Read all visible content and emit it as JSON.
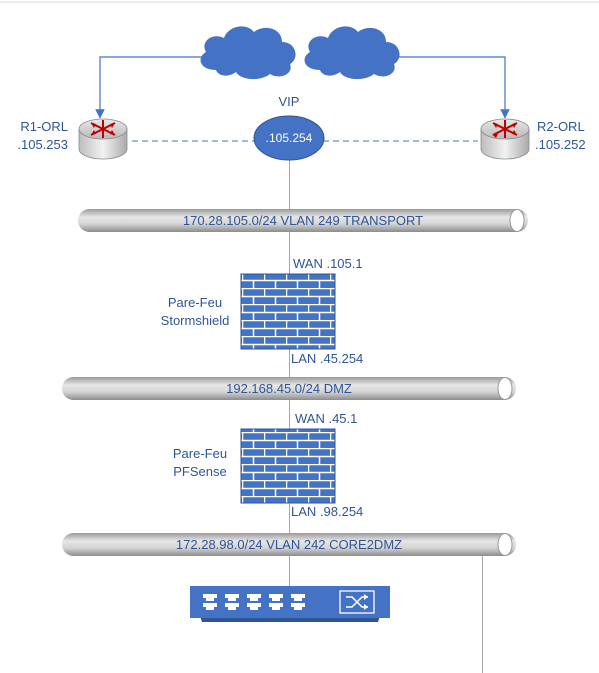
{
  "routers": [
    {
      "name": "R1-ORL",
      "address": ".105.253"
    },
    {
      "name": "R2-ORL",
      "address": ".105.252"
    }
  ],
  "vip": {
    "label": "VIP",
    "address": ".105.254"
  },
  "segments": [
    {
      "label": "170.28.105.0/24 VLAN 249 TRANSPORT"
    },
    {
      "label": "192.168.45.0/24 DMZ"
    },
    {
      "label": "172.28.98.0/24 VLAN 242 CORE2DMZ"
    }
  ],
  "firewalls": [
    {
      "name_line1": "Pare-Feu",
      "name_line2": "Stormshield",
      "wan": "WAN .105.1",
      "lan": "LAN .45.254"
    },
    {
      "name_line1": "Pare-Feu",
      "name_line2": "PFSense",
      "wan": "WAN .45.1",
      "lan": "LAN .98.254"
    }
  ],
  "colors": {
    "accent_blue": "#4472c4",
    "text_blue": "#2f5597",
    "bus_gray": "#bfbfbf",
    "line_gray": "#a6a6a6"
  }
}
